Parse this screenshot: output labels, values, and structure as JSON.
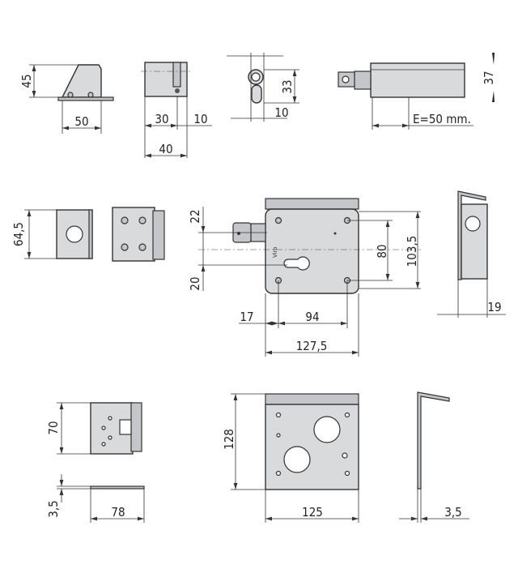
{
  "title": "Lock dimension drawing",
  "dimensions": {
    "side_height": "45",
    "side_width": "50",
    "cyl_30": "30",
    "cyl_10": "10",
    "cyl_40": "40",
    "profile_33": "33",
    "profile_10": "10",
    "e_value": "E=50 mm.",
    "height_37": "37",
    "keeper_64_5": "64,5",
    "off_22": "22",
    "off_20": "20",
    "off_17": "17",
    "hole_94": "94",
    "width_127_5": "127,5",
    "hole_80": "80",
    "height_103_5": "103,5",
    "depth_19": "19",
    "bracket_70": "70",
    "bracket_3_5": "3,5",
    "bracket_78": "78",
    "plate_128": "128",
    "plate_125": "125",
    "angle_3_5": "3,5"
  },
  "brand_mark": "Viro"
}
